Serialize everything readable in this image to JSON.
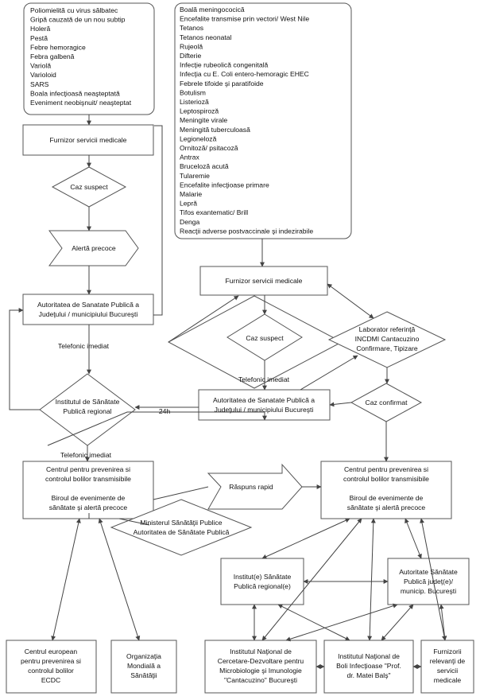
{
  "left_list": [
    "Poliomielită cu virus sălbatec",
    "Gripă cauzată de un nou subtip",
    "Holeră",
    "Pestă",
    "Febre hemoragice",
    "Febra galbenă",
    "Variolă",
    "Varioloid",
    "SARS",
    "Boala infecţioasă neaşteptată",
    "Eveniment neobişnuit/ neaşteptat"
  ],
  "right_list": [
    "Boală meningococică",
    "Encefalite transmise prin vectori/ West Nile",
    "Tetanos",
    "Tetanos neonatal",
    "Rujeolă",
    "Difterie",
    "Infecţie rubeolică congenitală",
    "Infecţia cu E. Coli entero-hemoragic EHEC",
    "Febrele tifoide şi paratifoide",
    "Botulism",
    "Listerioză",
    "Leptospiroză",
    "Meningite virale",
    "Meningită tuberculoasă",
    "Legioneloză",
    "Ornitoză/ psitacoză",
    "Antrax",
    "Bruceloză acută",
    "Tularemie",
    "Encefalite infecţioase primare",
    "Malarie",
    "Lepră",
    "Tifos exantematic/ Brill",
    "Denga",
    "Reacţii adverse postvaccinale şi indezirabile"
  ],
  "left_flow": {
    "furnizor": "Furnizor servicii medicale",
    "caz_suspect": "Caz suspect",
    "alerta": "Alertă precoce",
    "autoritate": [
      "Autoritatea de Sanatate Publică a",
      "Judeţului / municipiului Bucureşti"
    ],
    "telefonic1": "Telefonic imediat",
    "institut": [
      "Institutul de Sănătate",
      "Publică regional"
    ],
    "h24": "24h",
    "telefonic2": "Telefonic imediat"
  },
  "right_flow": {
    "furnizor": "Furnizor servicii medicale",
    "caz_suspect": "Caz suspect",
    "laborator": [
      "Laborator referinţă",
      "INCDMI Cantacuzino",
      "Confirmare, Tipizare"
    ],
    "telefonic": "Telefonic imediat",
    "autoritate": [
      "Autoritatea de Sanatate Publică a",
      "Judeţului / municipiului Bucureşti"
    ],
    "caz_confirmat": "Caz confirmat"
  },
  "centru_left": [
    "Centrul pentru prevenirea si",
    "controlul bolilor transmisibile",
    "",
    "Biroul de evenimente de",
    "sănătate şi alertă precoce"
  ],
  "centru_right": [
    "Centrul pentru prevenirea si",
    "controlul bolilor transmisibile",
    "",
    "Biroul de evenimente de",
    "sănătate şi alertă precoce"
  ],
  "raspuns": "Răspuns rapid",
  "minister": [
    "Ministerul Sănătăţii Publice",
    "Autoritatea de Sănătate Publică"
  ],
  "institute_regional": [
    "Institut(e) Sănătate",
    "Publică regional(e)"
  ],
  "autoritati_judet": [
    "Autoritate Sănătate",
    "Publică judeţ(e)/",
    "municip. Bucureşti"
  ],
  "ecdc": [
    "Centrul european",
    "pentru prevenirea si",
    "controlul bolilor",
    "ECDC"
  ],
  "oms": [
    "Organizaţia",
    "Mondială a",
    "Sănătăţii"
  ],
  "incdmi": [
    "Institutul Naţional de",
    "Cercetare-Dezvoltare pentru",
    "Microbiologie şi Imunologie",
    "\"Cantacuzino\" Bucureşti"
  ],
  "inbi": [
    "Institutul Naţional de",
    "Boli Infecţioase \"Prof.",
    "dr. Matei Balş\""
  ],
  "furnizori": [
    "Furnizorii",
    "relevanţi de",
    "servicii",
    "medicale"
  ]
}
